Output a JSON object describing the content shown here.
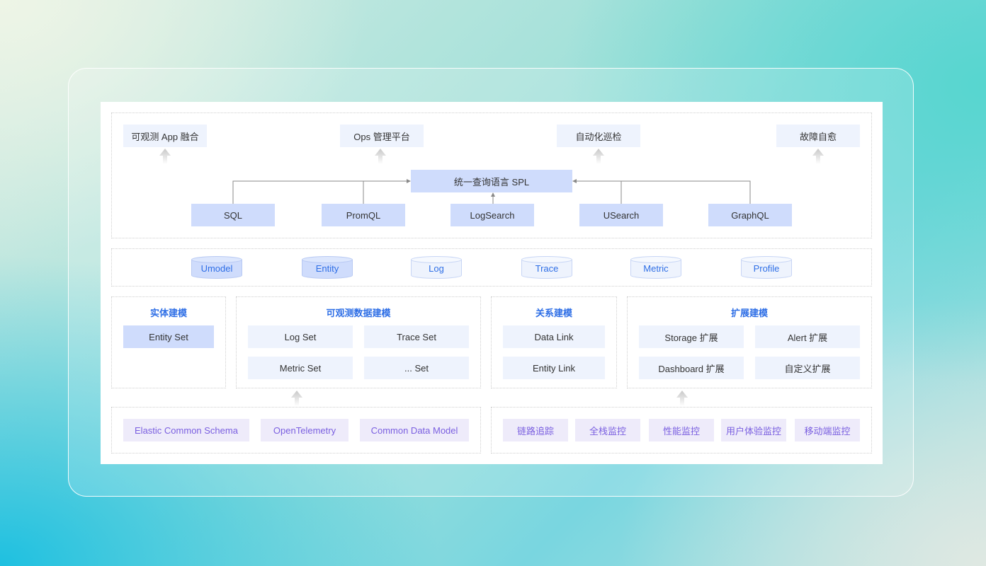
{
  "apps": [
    "可观测 App 融合",
    "Ops 管理平台",
    "自动化巡检",
    "故障自愈"
  ],
  "spl": "统一查询语言 SPL",
  "languages": [
    "SQL",
    "PromQL",
    "LogSearch",
    "USearch",
    "GraphQL"
  ],
  "storage": [
    "Umodel",
    "Entity",
    "Log",
    "Trace",
    "Metric",
    "Profile"
  ],
  "entity_modeling": {
    "title": "实体建模",
    "items": [
      "Entity Set"
    ]
  },
  "data_modeling": {
    "title": "可观测数据建模",
    "items": [
      "Log Set",
      "Trace Set",
      "Metric Set",
      "... Set"
    ]
  },
  "relation_modeling": {
    "title": "关系建模",
    "items": [
      "Data Link",
      "Entity Link"
    ]
  },
  "extension_modeling": {
    "title": "扩展建模",
    "items": [
      "Storage 扩展",
      "Alert 扩展",
      "Dashboard 扩展",
      "自定义扩展"
    ]
  },
  "standards": [
    "Elastic Common Schema",
    "OpenTelemetry",
    "Common Data Model"
  ],
  "scenarios": [
    "链路追踪",
    "全栈监控",
    "性能监控",
    "用户体验监控",
    "移动端监控"
  ],
  "colors": {
    "box_primary": "#cfdcfc",
    "box_light": "#eef3fd",
    "box_purple": "#eeebfa",
    "title_blue": "#2f6fe6",
    "text_purple": "#7a5fe0"
  }
}
